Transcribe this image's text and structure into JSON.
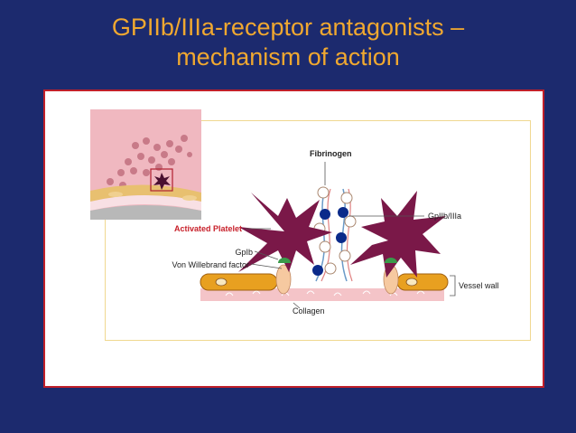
{
  "slide": {
    "title_line1": "GPIIb/IIIa-receptor antagonists –",
    "title_line2": "mechanism of action"
  },
  "diagram": {
    "labels": {
      "fibrinogen": "Fibrinogen",
      "gp2b3a": "GpIIb/IIIa",
      "activated_platelet": "Activated Platelet",
      "gp1b": "GpIb",
      "vwf": "Von Willebrand factor",
      "vessel_wall": "Vessel wall",
      "collagen": "Collagen"
    },
    "colors": {
      "background": "#1c2a6e",
      "title": "#f0a830",
      "panel_border": "#c0202a",
      "platelet": "#7a1848",
      "receptor": "#0a2a8a",
      "gp1b": "#3a9a4a",
      "vessel_cell": "#e8a020",
      "collagen": "#f4c4c8"
    }
  }
}
